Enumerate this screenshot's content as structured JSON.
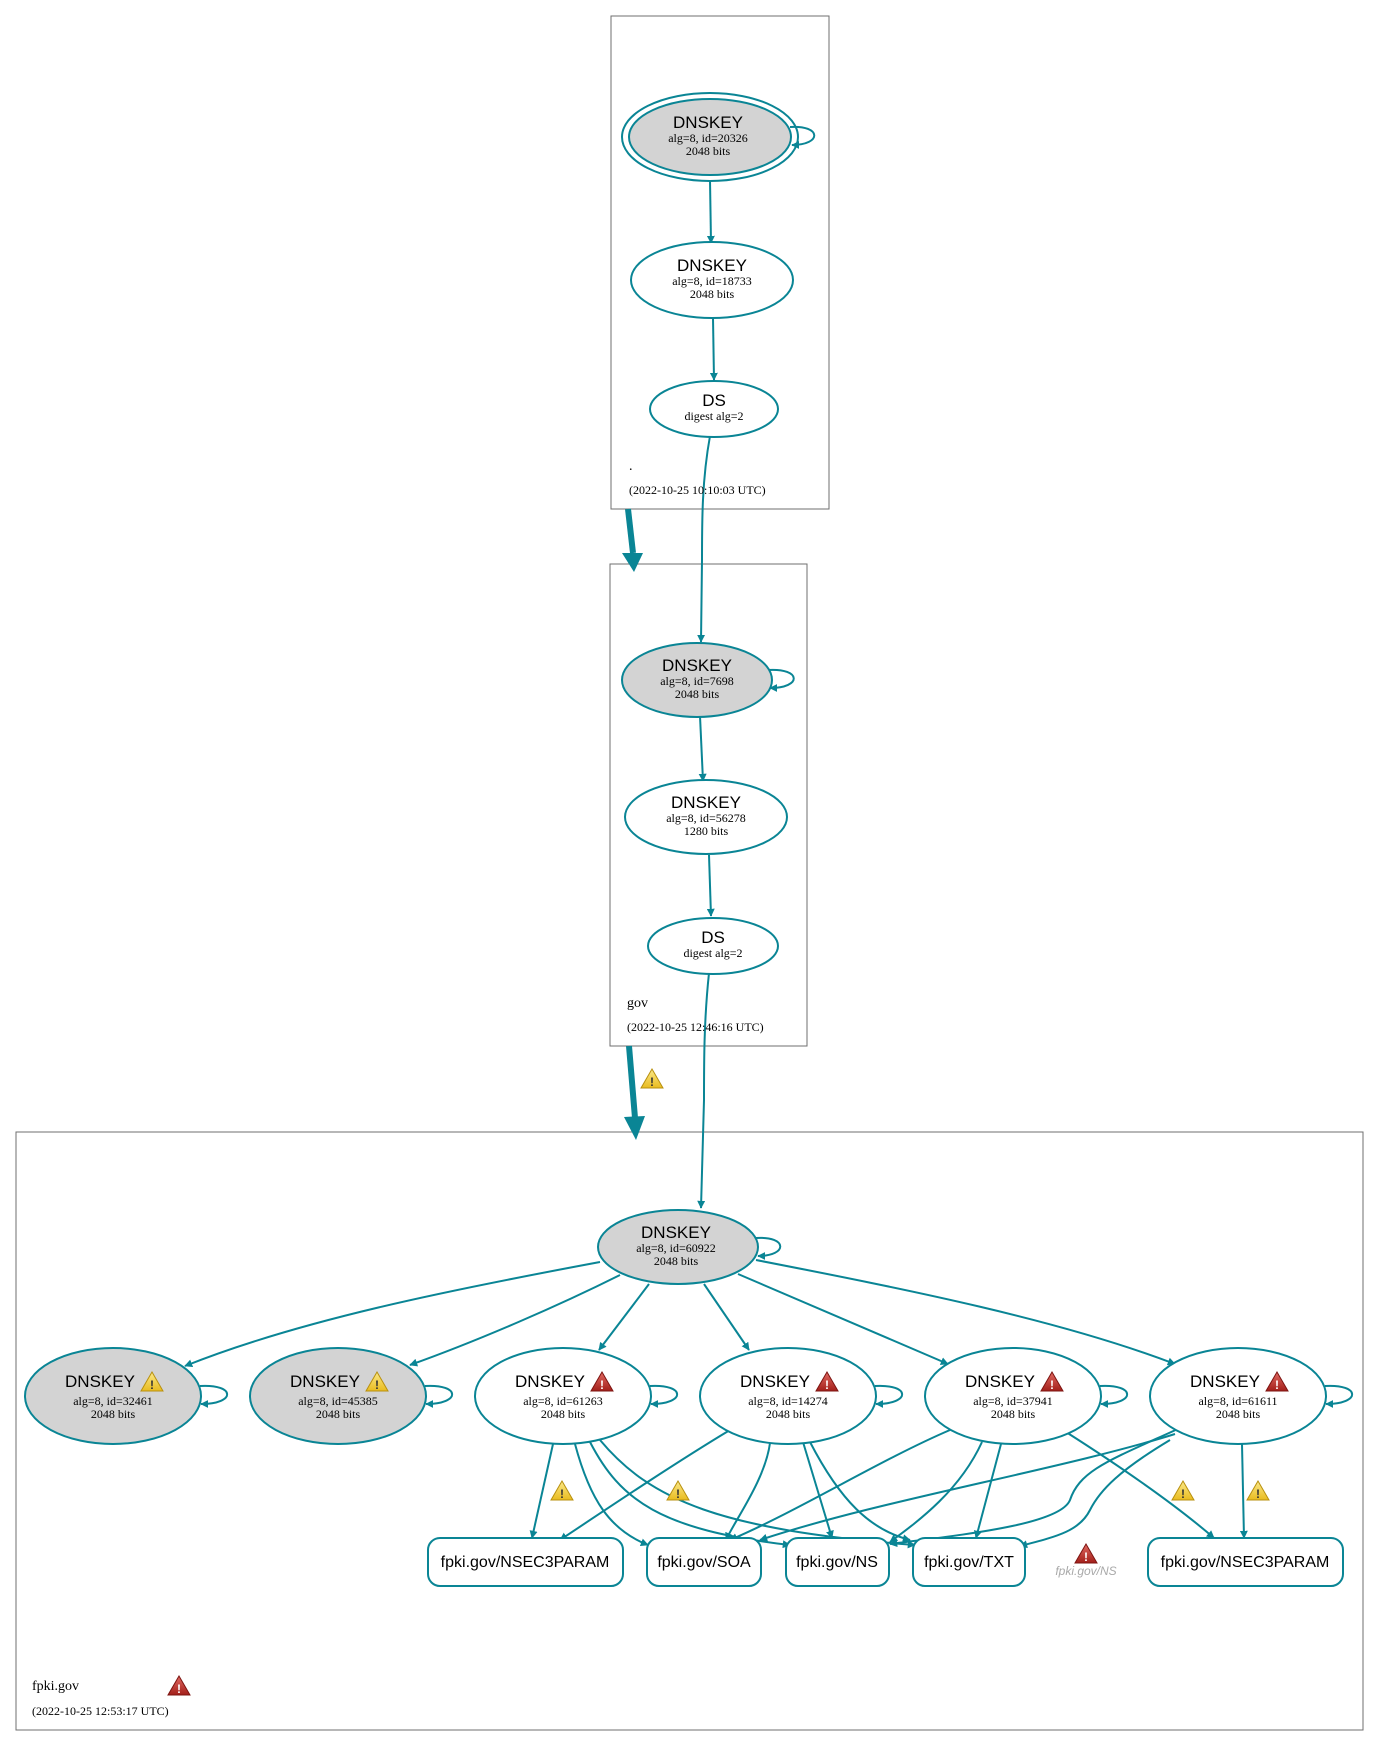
{
  "colors": {
    "edge": "#0a8595",
    "node_fill_ksk": "#d3d3d3",
    "node_fill": "#ffffff",
    "box_stroke": "#6f6f6f",
    "warn_yellow": "#f3d34a",
    "warn_red": "#c0302c",
    "ghost_text": "#a9a9a9"
  },
  "zones": {
    "root": {
      "name": ".",
      "timestamp": "(2022-10-25 10:10:03 UTC)"
    },
    "gov": {
      "name": "gov",
      "timestamp": "(2022-10-25 12:46:16 UTC)"
    },
    "fpki": {
      "name": "fpki.gov",
      "timestamp": "(2022-10-25 12:53:17 UTC)"
    }
  },
  "nodes": {
    "root_ksk": {
      "title": "DNSKEY",
      "l1": "alg=8, id=20326",
      "l2": "2048 bits"
    },
    "root_zsk": {
      "title": "DNSKEY",
      "l1": "alg=8, id=18733",
      "l2": "2048 bits"
    },
    "root_ds": {
      "title": "DS",
      "l1": "digest alg=2"
    },
    "gov_ksk": {
      "title": "DNSKEY",
      "l1": "alg=8, id=7698",
      "l2": "2048 bits"
    },
    "gov_zsk": {
      "title": "DNSKEY",
      "l1": "alg=8, id=56278",
      "l2": "1280 bits"
    },
    "gov_ds": {
      "title": "DS",
      "l1": "digest alg=2"
    },
    "fpki_ksk": {
      "title": "DNSKEY",
      "l1": "alg=8, id=60922",
      "l2": "2048 bits"
    },
    "k32461": {
      "title": "DNSKEY",
      "l1": "alg=8, id=32461",
      "l2": "2048 bits"
    },
    "k45385": {
      "title": "DNSKEY",
      "l1": "alg=8, id=45385",
      "l2": "2048 bits"
    },
    "k61263": {
      "title": "DNSKEY",
      "l1": "alg=8, id=61263",
      "l2": "2048 bits"
    },
    "k14274": {
      "title": "DNSKEY",
      "l1": "alg=8, id=14274",
      "l2": "2048 bits"
    },
    "k37941": {
      "title": "DNSKEY",
      "l1": "alg=8, id=37941",
      "l2": "2048 bits"
    },
    "k61611": {
      "title": "DNSKEY",
      "l1": "alg=8, id=61611",
      "l2": "2048 bits"
    }
  },
  "records": {
    "nsec3param_a": "fpki.gov/NSEC3PARAM",
    "soa": "fpki.gov/SOA",
    "ns": "fpki.gov/NS",
    "txt": "fpki.gov/TXT",
    "nsec3param_b": "fpki.gov/NSEC3PARAM",
    "ns_ghost": "fpki.gov/NS"
  },
  "warning_glyph": "!"
}
